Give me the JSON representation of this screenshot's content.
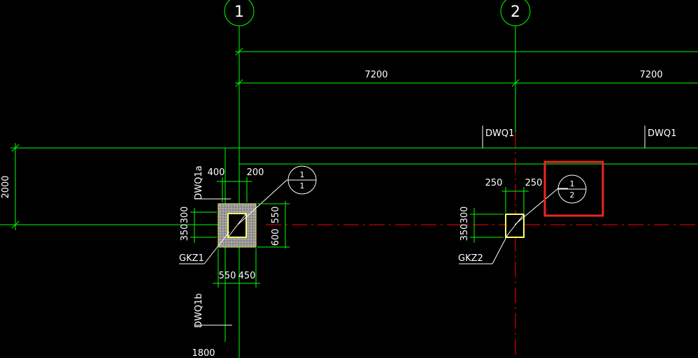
{
  "axes": {
    "axis_1": "1",
    "axis_2": "2"
  },
  "dimensions": {
    "span_1_2": "7200",
    "span_2_3": "7200",
    "left_vertical": "2000",
    "bottom_vertical": "1800",
    "gkz1_top_left": "400",
    "gkz1_top_right": "200",
    "gkz1_left_upper": "300",
    "gkz1_left_lower": "350",
    "gkz1_right_upper": "550",
    "gkz1_right_lower": "600",
    "gkz1_bottom_left": "550",
    "gkz1_bottom_right": "450",
    "gkz2_top_left": "250",
    "gkz2_top_right": "250",
    "gkz2_left_upper": "300",
    "gkz2_left_lower": "350"
  },
  "labels": {
    "dwq1_a": "DWQ1",
    "dwq1_b": "DWQ1",
    "dwq1a": "DWQ1a",
    "dwq1b": "DWQ1b",
    "gkz1": "GKZ1",
    "gkz2": "GKZ2"
  },
  "section_marks": {
    "mark_1_top": "1",
    "mark_1_bottom": "1",
    "mark_2_top": "1",
    "mark_2_bottom": "2"
  },
  "colors": {
    "background": "#000000",
    "dimension_lines": "#00ff00",
    "center_lines": "#ff0000",
    "column_outline": "#ffff66",
    "highlight_box": "#e8271e"
  }
}
